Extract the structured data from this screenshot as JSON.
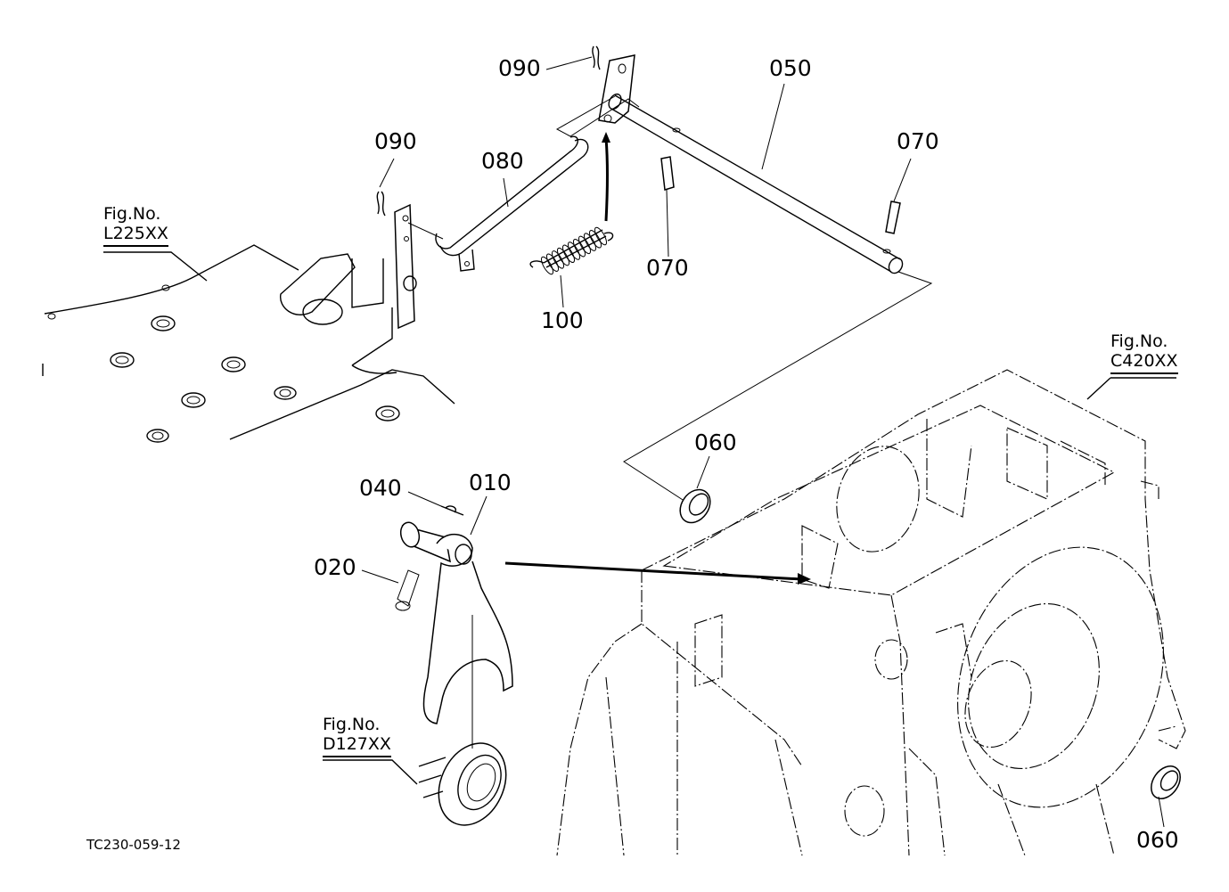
{
  "diagram": {
    "title": "Exploded parts diagram - shift fork / shaft assembly",
    "reference_code": "TC230-059-12",
    "part_labels": [
      {
        "id": "090a",
        "text": "090",
        "part": "snap pin (top)"
      },
      {
        "id": "050",
        "text": "050",
        "part": "shaft"
      },
      {
        "id": "090b",
        "text": "090",
        "part": "snap pin (left)"
      },
      {
        "id": "070a",
        "text": "070",
        "part": "spring pin (right)"
      },
      {
        "id": "080",
        "text": "080",
        "part": "rod"
      },
      {
        "id": "070b",
        "text": "070",
        "part": "spring pin (center)"
      },
      {
        "id": "100",
        "text": "100",
        "part": "spring"
      },
      {
        "id": "060a",
        "text": "060",
        "part": "oil seal (upper)"
      },
      {
        "id": "040",
        "text": "040",
        "part": "snap pin (fork)"
      },
      {
        "id": "010",
        "text": "010",
        "part": "shift fork"
      },
      {
        "id": "020",
        "text": "020",
        "part": "pin"
      },
      {
        "id": "060b",
        "text": "060",
        "part": "oil seal (lower)"
      }
    ],
    "figure_refs": [
      {
        "id": "L225",
        "prefix": "Fig.No.",
        "code": "L225XX"
      },
      {
        "id": "C420",
        "prefix": "Fig.No.",
        "code": "C420XX"
      },
      {
        "id": "D127",
        "prefix": "Fig.No.",
        "code": "D127XX"
      }
    ]
  }
}
